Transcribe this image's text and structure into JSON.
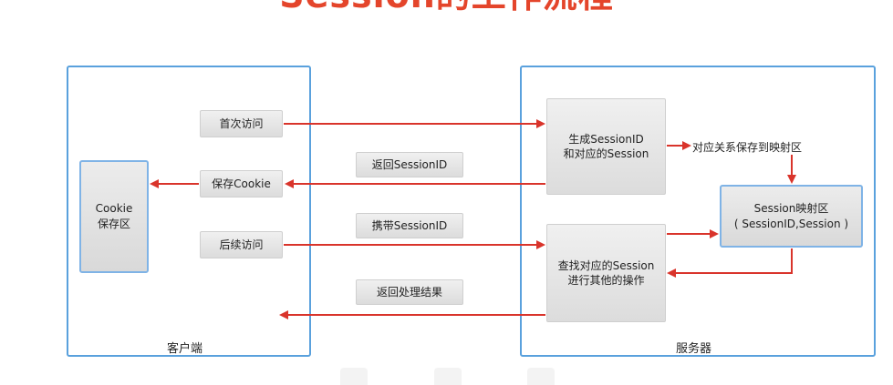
{
  "title": "Session的工作流程",
  "client": {
    "label": "客户端",
    "storage": {
      "line1": "Cookie",
      "line2": "保存区"
    },
    "steps": {
      "first_visit": "首次访问",
      "save_cookie": "保存Cookie",
      "later_visit": "后续访问"
    }
  },
  "messages": {
    "return_session_id": "返回SessionID",
    "carry_session_id": "携带SessionID",
    "return_result": "返回处理结果"
  },
  "server": {
    "label": "服务器",
    "generate": {
      "line1": "生成SessionID",
      "line2": "和对应的Session"
    },
    "lookup": {
      "line1": "查找对应的Session",
      "line2": "进行其他的操作"
    },
    "map_area": {
      "line1": "Session映射区",
      "line2": "( SessionID,Session )"
    },
    "map_note": "对应关系保存到映射区"
  },
  "colors": {
    "arrow": "#d9342b",
    "panel_border": "#5aa1dd",
    "title": "#e4452b"
  }
}
